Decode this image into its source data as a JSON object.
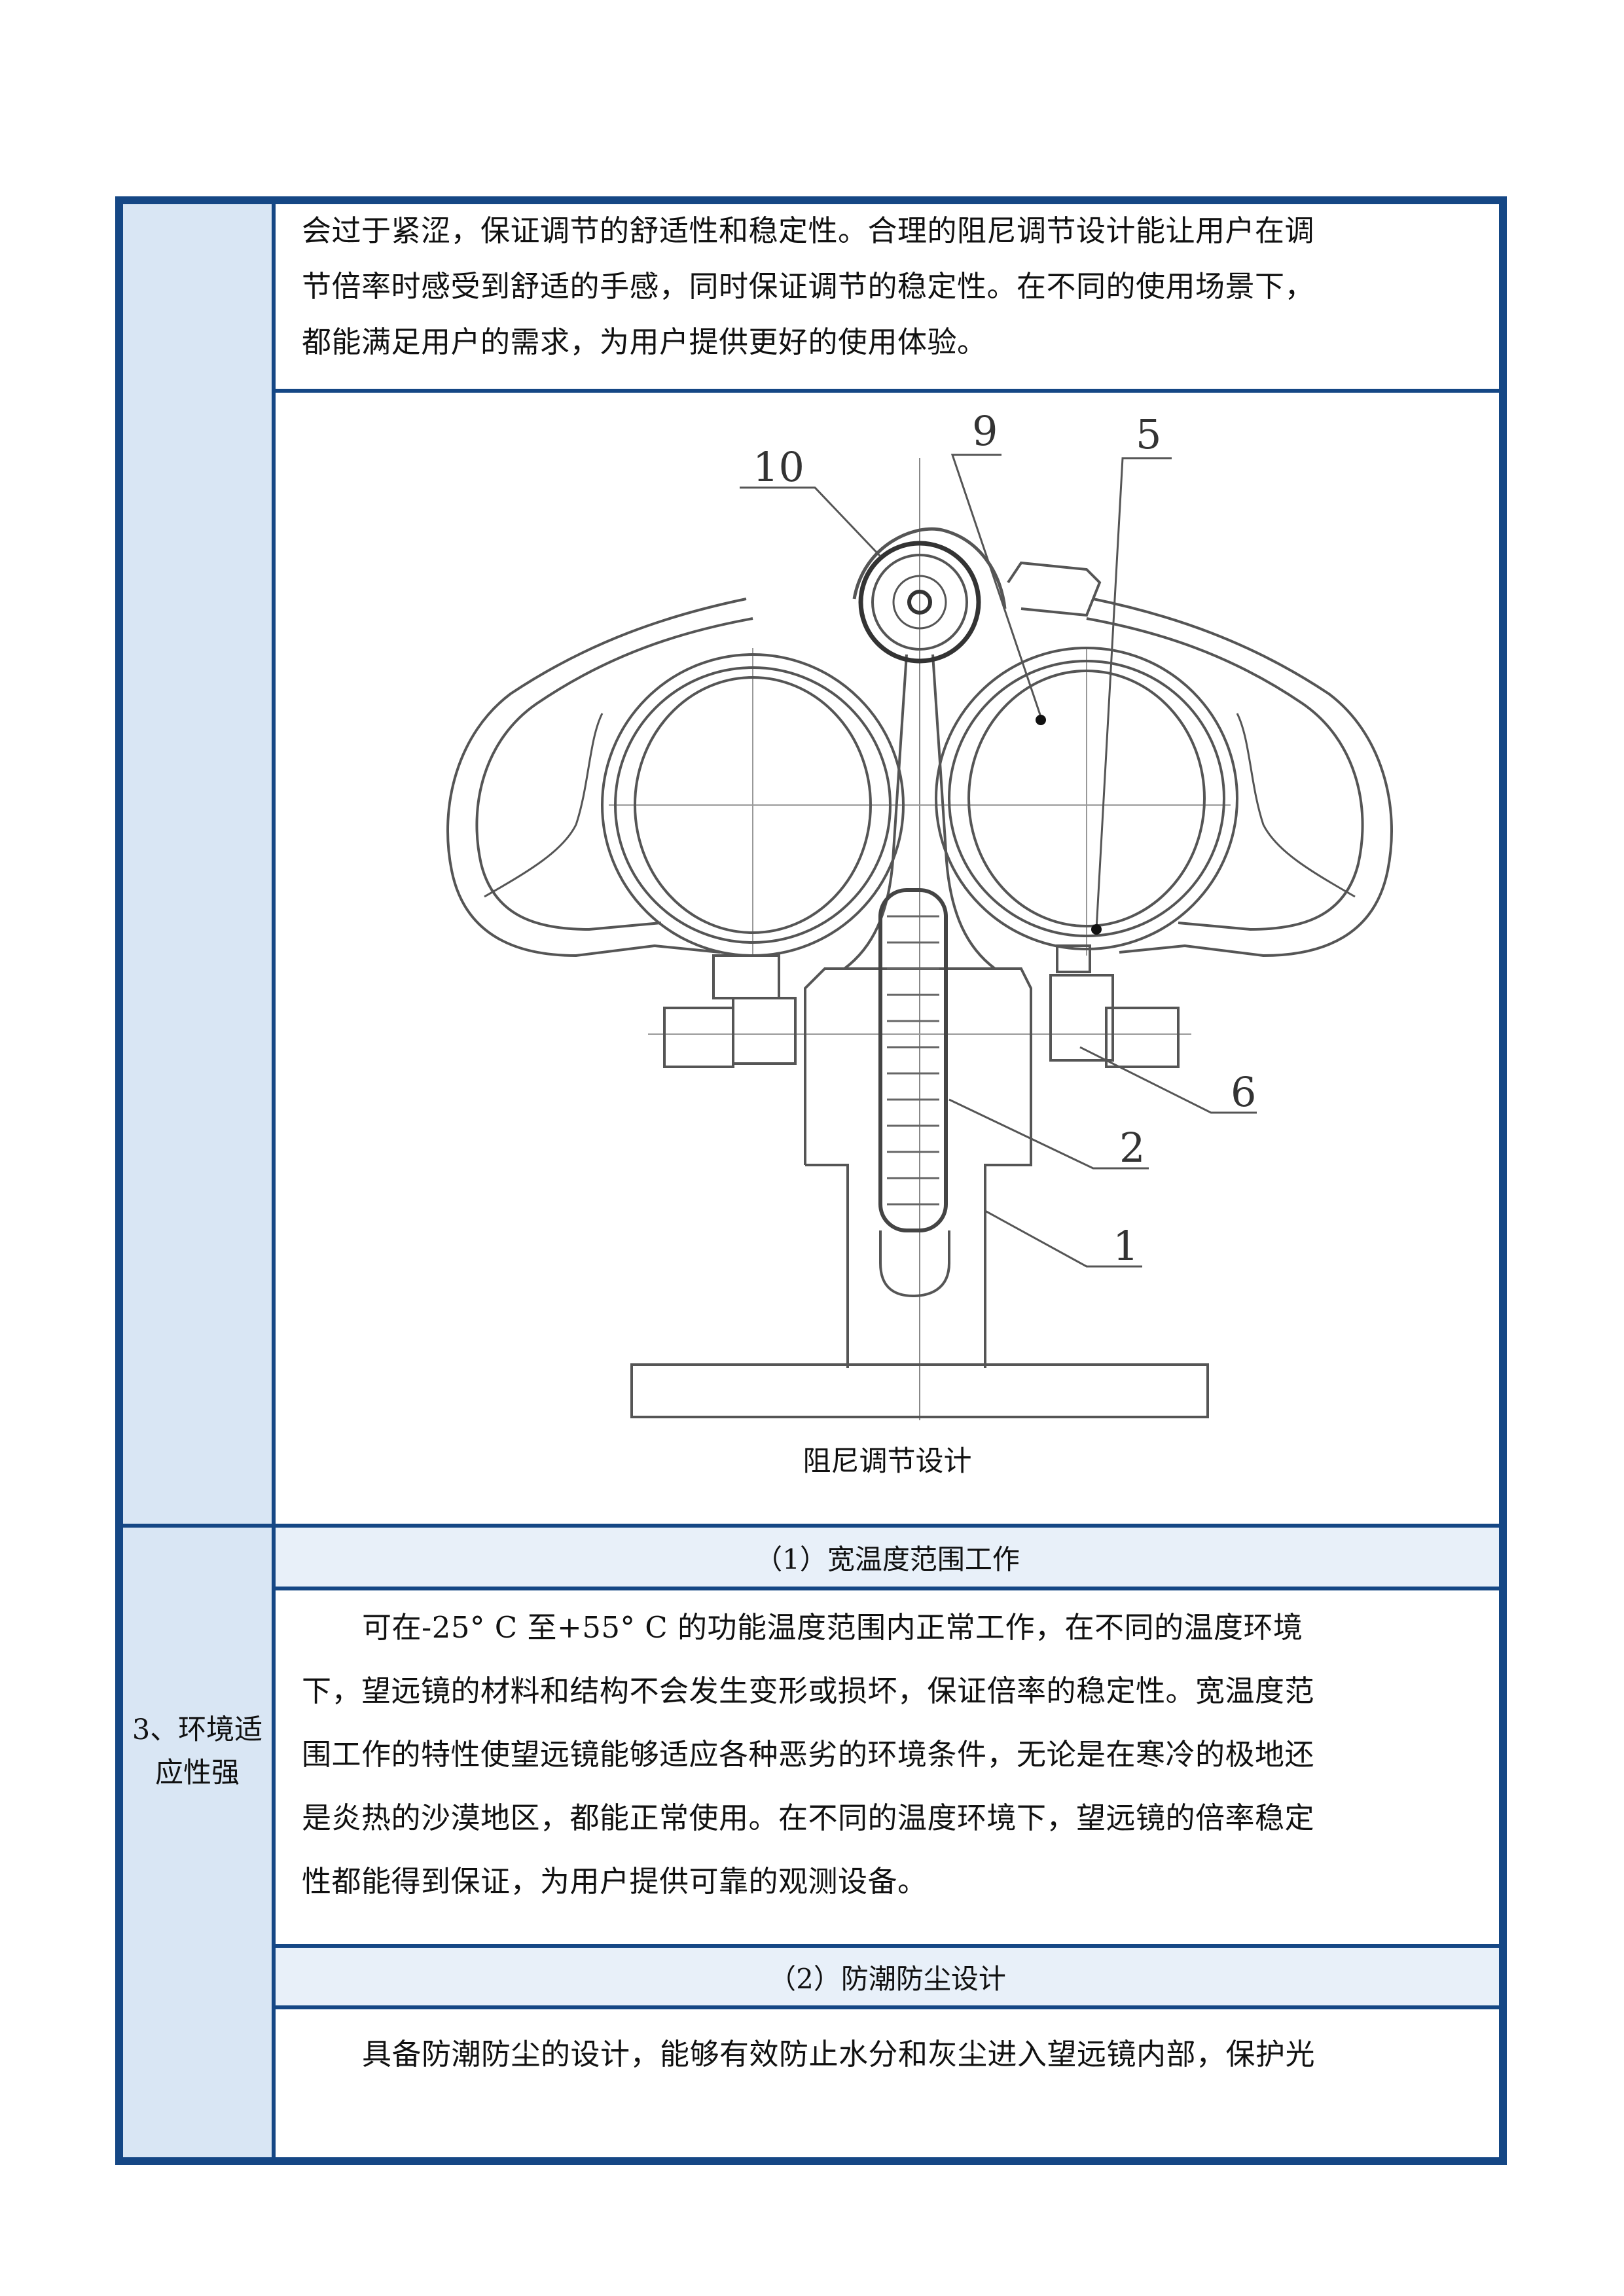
{
  "document": {
    "table": {
      "row1": {
        "label": "",
        "paragraph": "会过于紧涩，保证调节的舒适性和稳定性。合理的阻尼调节设计能让用户在调节倍率时感受到舒适的手感，同时保证调节的稳定性。在不同的使用场景下，都能满足用户的需求，为用户提供更好的使用体验。",
        "lines": [
          "会过于紧涩，保证调节的舒适性和稳定性。合理的阻尼调节设计能让用户在调",
          "节倍率时感受到舒适的手感，同时保证调节的稳定性。在不同的使用场景下，",
          "都能满足用户的需求，为用户提供更好的使用体验。"
        ]
      },
      "figure": {
        "caption": "阻尼调节设计",
        "callouts": [
          "10",
          "9",
          "5",
          "6",
          "2",
          "1"
        ]
      },
      "row2": {
        "label_line1": "3、环境适",
        "label_line2": "应性强",
        "sections": [
          {
            "heading": "（1）宽温度范围工作",
            "lines": [
              "可在-25° C 至+55° C 的功能温度范围内正常工作，在不同的温度环境",
              "下，望远镜的材料和结构不会发生变形或损坏，保证倍率的稳定性。宽温度范",
              "围工作的特性使望远镜能够适应各种恶劣的环境条件，无论是在寒冷的极地还",
              "是炎热的沙漠地区，都能正常使用。在不同的温度环境下，望远镜的倍率稳定",
              "性都能得到保证，为用户提供可靠的观测设备。"
            ]
          },
          {
            "heading": "（2）防潮防尘设计",
            "lines": [
              "具备防潮防尘的设计，能够有效防止水分和灰尘进入望远镜内部，保护光"
            ]
          }
        ]
      }
    },
    "colors": {
      "border": "#154785",
      "label_column": "#d9e6f4",
      "subheading_row": "#e8f0f9"
    }
  }
}
